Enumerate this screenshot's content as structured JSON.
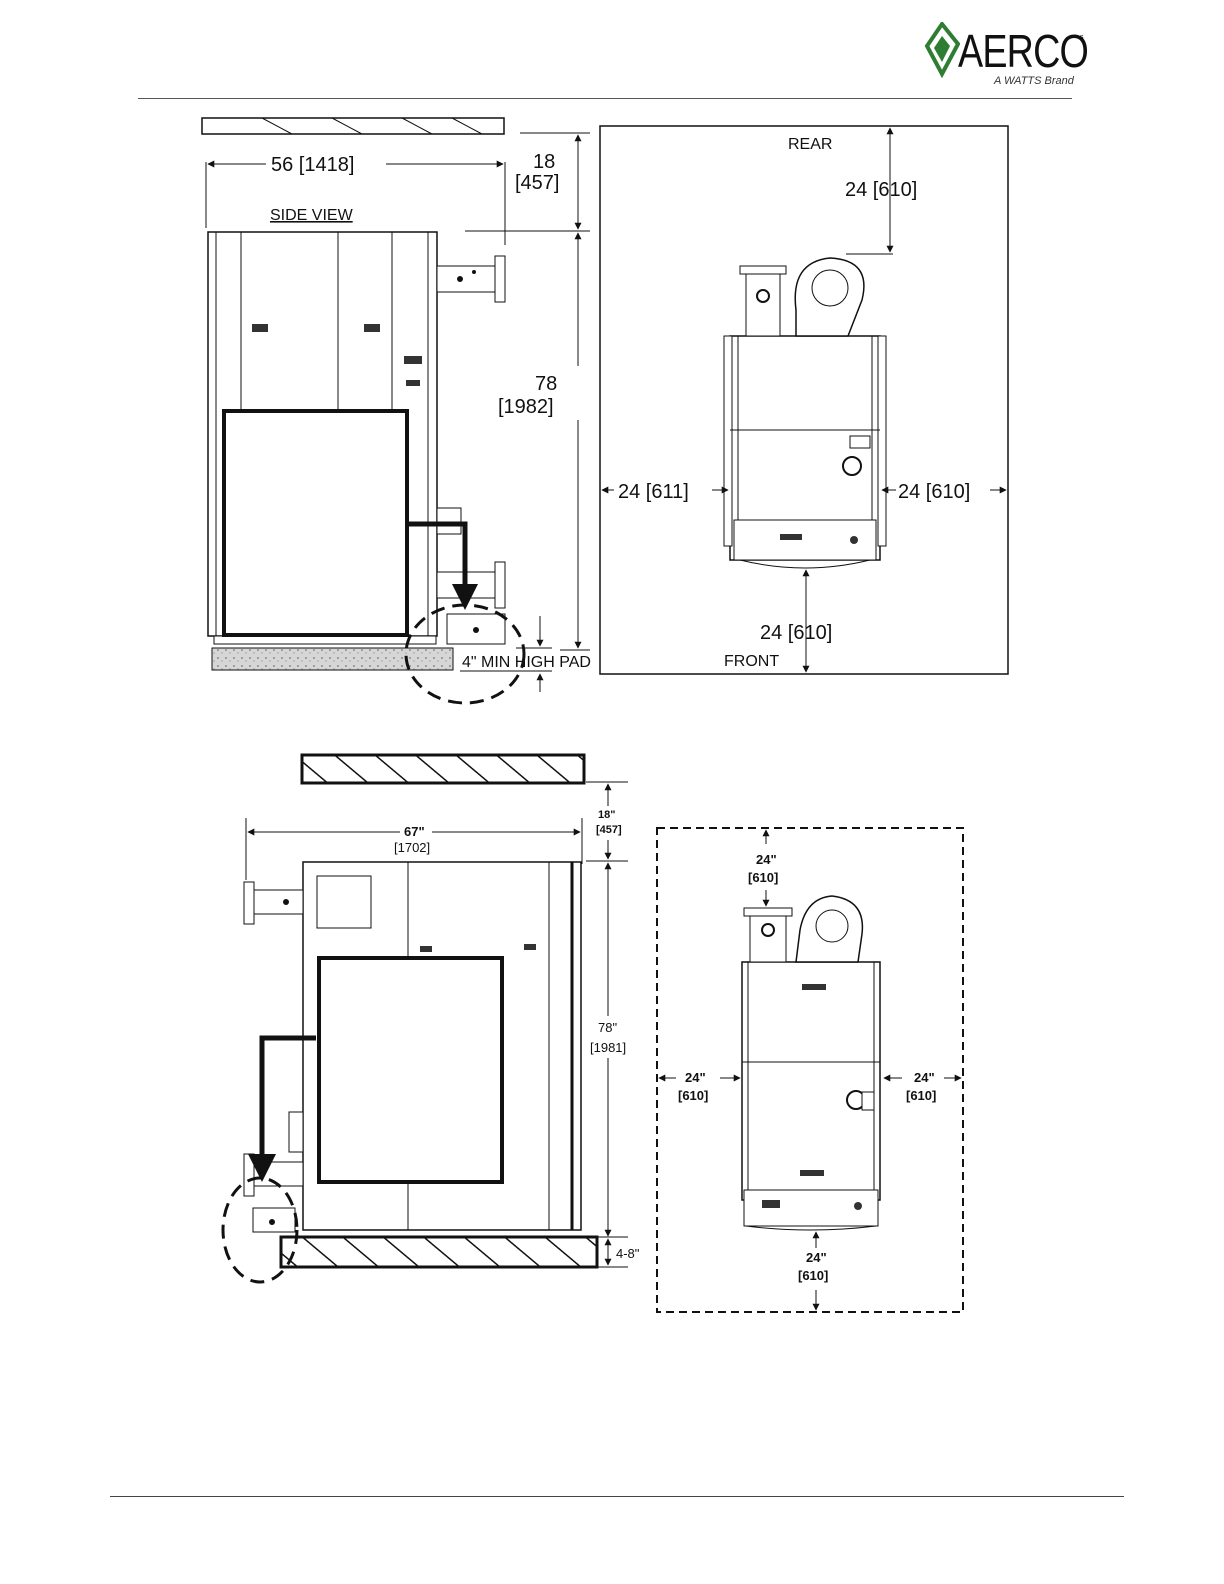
{
  "header": {
    "logo_text": "AERCO",
    "logo_subtext": "A WATTS Brand",
    "logo_mark": "s"
  },
  "diagram_top": {
    "side_view_label": "SIDE VIEW",
    "side_width": "56 [1418]",
    "top_clearance_in": "18",
    "top_clearance_mm": "[457]",
    "height_in": "78",
    "height_mm": "[1982]",
    "pad_label": "4\" MIN HIGH PAD",
    "rear_label": "REAR",
    "front_label": "FRONT",
    "rear_clearance": "24  [610]",
    "left_clearance": "24  [611]",
    "right_clearance": "24  [610]",
    "front_clearance": "24  [610]"
  },
  "diagram_bottom": {
    "width_in": "67\"",
    "width_mm": "[1702]",
    "top_clearance_in": "18\"",
    "top_clearance_mm": "[457]",
    "height_in": "78\"",
    "height_mm": "[1981]",
    "pad_label": "4-8\"",
    "rear_clearance_in": "24\"",
    "rear_clearance_mm": "[610]",
    "left_clearance_in": "24\"",
    "left_clearance_mm": "[610]",
    "right_clearance_in": "24\"",
    "right_clearance_mm": "[610]",
    "front_clearance_in": "24\"",
    "front_clearance_mm": "[610]"
  },
  "colors": {
    "ink": "#111111",
    "brand_green": "#2e7d32",
    "pad": "#cfcfcf"
  }
}
